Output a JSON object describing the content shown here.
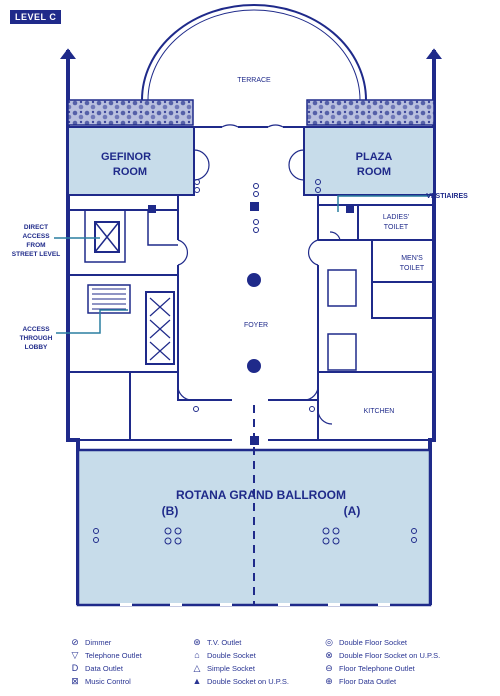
{
  "level": "LEVEL C",
  "rooms": {
    "terrace": "TERRACE",
    "gefinor_line1": "GEFINOR",
    "gefinor_line2": "ROOM",
    "plaza_line1": "PLAZA",
    "plaza_line2": "ROOM",
    "foyer": "FOYER",
    "kitchen": "KITCHEN",
    "ladies_line1": "LADIES'",
    "ladies_line2": "TOILET",
    "mens_line1": "MEN'S",
    "mens_line2": "TOILET",
    "ballroom": "ROTANA GRAND BALLROOM",
    "section_b": "(B)",
    "section_a": "(A)"
  },
  "callouts": {
    "vestiaires": "VESTIAIRES",
    "direct_1": "DIRECT",
    "direct_2": "ACCESS",
    "direct_3": "FROM",
    "direct_4": "STREET LEVEL",
    "access_1": "ACCESS",
    "access_2": "THROUGH",
    "access_3": "LOBBY"
  },
  "legend": [
    {
      "icon": "dimmer-icon",
      "symbol": "⊘",
      "label": "Dimmer"
    },
    {
      "icon": "tv-outlet-icon",
      "symbol": "⊛",
      "label": "T.V. Outlet"
    },
    {
      "icon": "double-floor-socket-icon",
      "symbol": "◎",
      "label": "Double Floor Socket"
    },
    {
      "icon": "telephone-outlet-icon",
      "symbol": "▽",
      "label": "Telephone Outlet"
    },
    {
      "icon": "double-socket-icon",
      "symbol": "⌂",
      "label": "Double Socket"
    },
    {
      "icon": "double-floor-socket-ups-icon",
      "symbol": "⊗",
      "label": "Double Floor Socket on U.P.S."
    },
    {
      "icon": "data-outlet-icon",
      "symbol": "D",
      "label": "Data Outlet"
    },
    {
      "icon": "simple-socket-icon",
      "symbol": "△",
      "label": "Simple Socket"
    },
    {
      "icon": "floor-telephone-outlet-icon",
      "symbol": "⊖",
      "label": "Floor Telephone Outlet"
    },
    {
      "icon": "music-control-icon",
      "symbol": "⊠",
      "label": "Music Control"
    },
    {
      "icon": "double-socket-ups-icon",
      "symbol": "▲",
      "label": "Double Socket on U.P.S."
    },
    {
      "icon": "floor-data-outlet-icon",
      "symbol": "⊕",
      "label": "Floor Data Outlet"
    }
  ],
  "colors": {
    "line": "#1f2a8a",
    "fill": "#c7dcea",
    "plant": "#6f78b8"
  }
}
